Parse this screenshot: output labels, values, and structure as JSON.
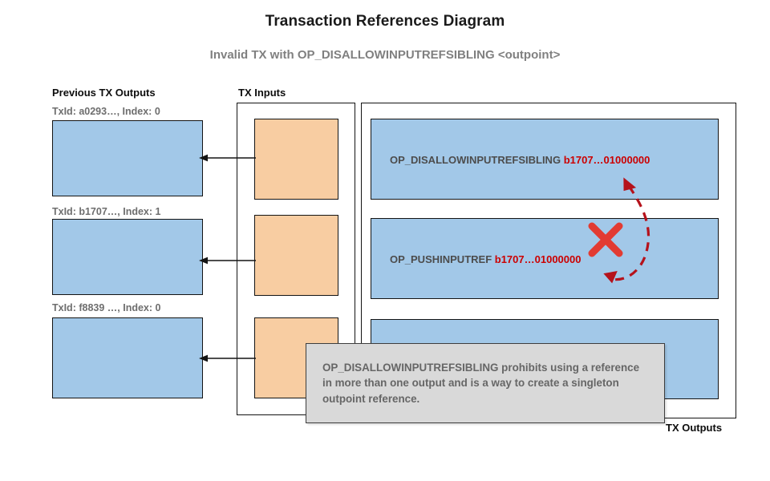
{
  "title": "Transaction References Diagram",
  "subtitle": "Invalid TX with OP_DISALLOWINPUTREFSIBLING <outpoint>",
  "headings": {
    "prev_outputs": "Previous TX Outputs",
    "tx_inputs": "TX Inputs",
    "tx_outputs": "TX Outputs"
  },
  "prev_outputs": [
    {
      "label": "TxId: a0293…, Index: 0"
    },
    {
      "label": "TxId: b1707…, Index: 1"
    },
    {
      "label": "TxId: f8839 …, Index: 0"
    }
  ],
  "tx_inputs": [
    {
      "label": ""
    },
    {
      "label": ""
    },
    {
      "label": ""
    }
  ],
  "tx_outputs": [
    {
      "opcode": "OP_DISALLOWINPUTREFSIBLING",
      "reference": "b1707…01000000"
    },
    {
      "opcode": "OP_PUSHINPUTREF",
      "reference": "b1707…01000000"
    },
    {
      "opcode": "",
      "reference": ""
    }
  ],
  "note": {
    "text": "OP_DISALLOWINPUTREFSIBLING prohibits using a reference in more than one output and is a way to create a singleton outpoint reference."
  },
  "markers": {
    "invalid_x": "x-mark-icon",
    "conflict_arrow": "curved-double-arrow-icon"
  },
  "colors": {
    "output_box": "#a2c8e8",
    "input_box": "#f8cda2",
    "reference_text": "#cc0000",
    "error_mark": "#e23b32",
    "conflict_arrow": "#b5121b",
    "note_background": "#d9d9d9",
    "label_text": "#6e6e6e",
    "script_text": "#4c4c4c"
  }
}
